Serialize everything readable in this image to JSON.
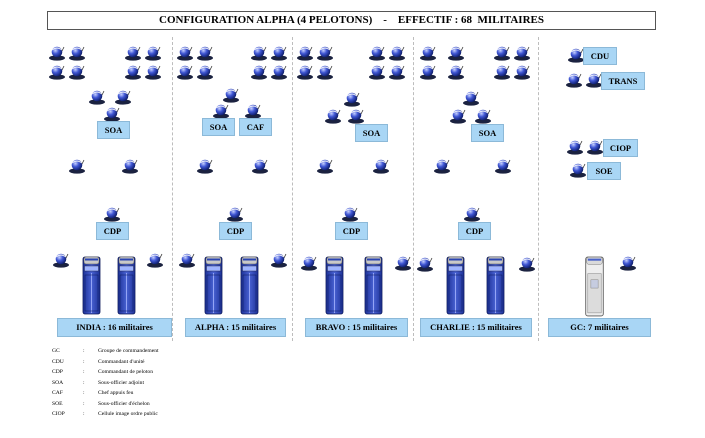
{
  "title": "CONFIGURATION ALPHA (4 PELOTONS)    -    EFFECTIF : 68  MILITAIRES",
  "columns": [
    {
      "soa": "SOA",
      "cdp": "CDP",
      "footer": "INDIA :  16 militaires"
    },
    {
      "soa": "SOA",
      "caf": "CAF",
      "cdp": "CDP",
      "footer": "ALPHA : 15 militaires"
    },
    {
      "soa": "SOA",
      "cdp": "CDP",
      "footer": "BRAVO : 15 militaires"
    },
    {
      "soa": "SOA",
      "cdp": "CDP",
      "footer": "CHARLIE : 15 militaires"
    }
  ],
  "gc": {
    "cdu": "CDU",
    "trans": "TRANS",
    "ciop": "CIOP",
    "soe": "SOE",
    "footer": "GC: 7 militaires"
  },
  "legend": [
    {
      "abbr": "GC",
      "sep": ":",
      "text": "Groupe de commandement"
    },
    {
      "abbr": "CDU",
      "sep": ":",
      "text": "Commandant d'unité"
    },
    {
      "abbr": "CDP",
      "sep": ":",
      "text": "Commandant de peloton"
    },
    {
      "abbr": "SOA",
      "sep": ":",
      "text": "Sous-officier adjoint"
    },
    {
      "abbr": "CAF",
      "sep": ":",
      "text": "Chef appuis feu"
    },
    {
      "abbr": "SOE",
      "sep": ":",
      "text": "Sous-officier d'échelon"
    },
    {
      "abbr": "CIOP",
      "sep": ":",
      "text": "Cellule image ordre public"
    }
  ],
  "colors": {
    "badge": "#a9d6f5",
    "figure": "#1a2f9c",
    "vehicle": "#2a44b0"
  }
}
